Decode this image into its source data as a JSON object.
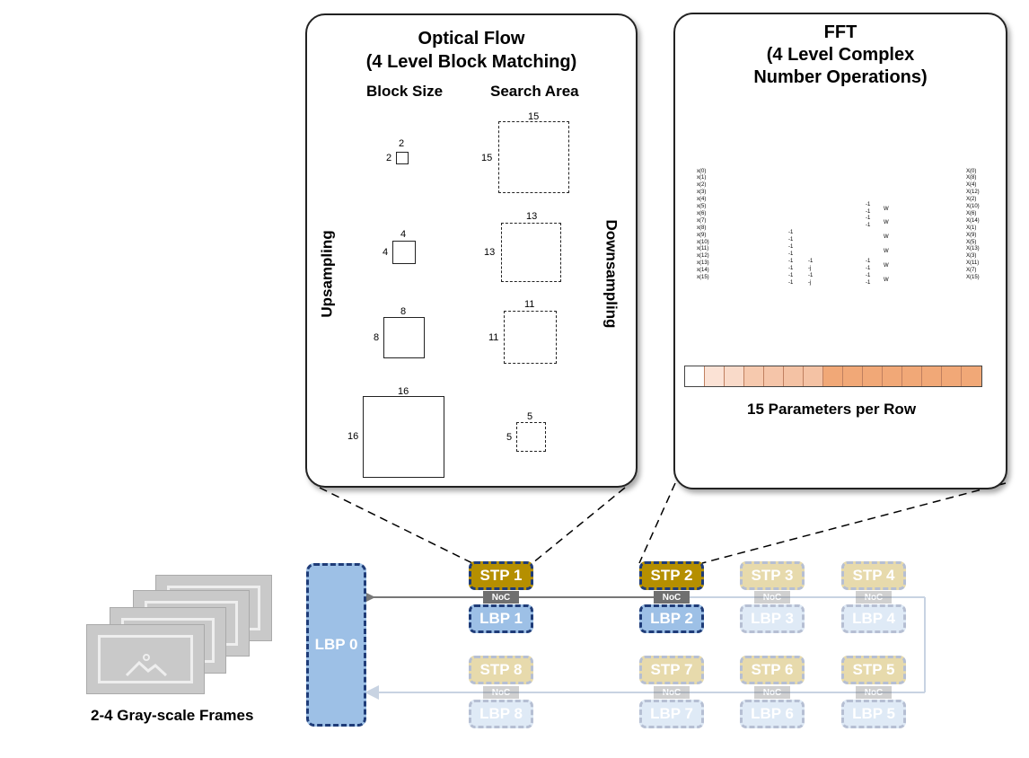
{
  "optical_flow": {
    "title_line1": "Optical Flow",
    "title_line2": "(4 Level Block Matching)",
    "col_block": "Block Size",
    "col_search": "Search Area",
    "left_arrow_label": "Upsampling",
    "right_arrow_label": "Downsampling",
    "blocks": [
      {
        "size": "2"
      },
      {
        "size": "4"
      },
      {
        "size": "8"
      },
      {
        "size": "16"
      }
    ],
    "search": [
      {
        "size": "15"
      },
      {
        "size": "13"
      },
      {
        "size": "11"
      },
      {
        "size": "5"
      }
    ]
  },
  "fft": {
    "title_line1": "FFT",
    "title_line2": "(4 Level Complex",
    "title_line3": "Number Operations)",
    "params_caption": "15 Parameters per Row",
    "param_colors": [
      "#ffffff",
      "#fbe2d5",
      "#f9dac9",
      "#f6c9ae",
      "#f5c5a9",
      "#f4c2a4",
      "#f4c2a4",
      "#f1a877",
      "#f1a877",
      "#f1a877",
      "#f1a877",
      "#f1a877",
      "#f1a877",
      "#f1a877",
      "#f1a877"
    ],
    "inputs": [
      "x(0)",
      "x(1)",
      "x(2)",
      "x(3)",
      "x(4)",
      "x(5)",
      "x(6)",
      "x(7)",
      "x(8)",
      "x(9)",
      "x(10)",
      "x(11)",
      "x(12)",
      "x(13)",
      "x(14)",
      "x(15)"
    ],
    "outputs": [
      "X(0)",
      "X(8)",
      "X(4)",
      "X(12)",
      "X(2)",
      "X(10)",
      "X(6)",
      "X(14)",
      "X(1)",
      "X(9)",
      "X(5)",
      "X(13)",
      "X(3)",
      "X(11)",
      "X(7)",
      "X(15)"
    ],
    "neg_one": "-1",
    "neg_j": "-j",
    "twiddle": "W"
  },
  "array": {
    "lbp0": "LBP 0",
    "noc": "NoC",
    "stp_row_top": [
      "STP 1",
      "STP 2",
      "STP 3",
      "STP 4"
    ],
    "lbp_row_top": [
      "LBP 1",
      "LBP 2",
      "LBP 3",
      "LBP 4"
    ],
    "stp_row_bottom": [
      "STP 8",
      "STP 7",
      "STP 6",
      "STP 5"
    ],
    "lbp_row_bottom": [
      "LBP 8",
      "LBP 7",
      "LBP 6",
      "LBP 5"
    ]
  },
  "frames_caption": "2-4 Gray-scale Frames",
  "colors": {
    "stp": "#b58f00",
    "lbp": "#9dc0e6",
    "node_border": "#1f3c78",
    "noc": "#6f6f6f"
  }
}
